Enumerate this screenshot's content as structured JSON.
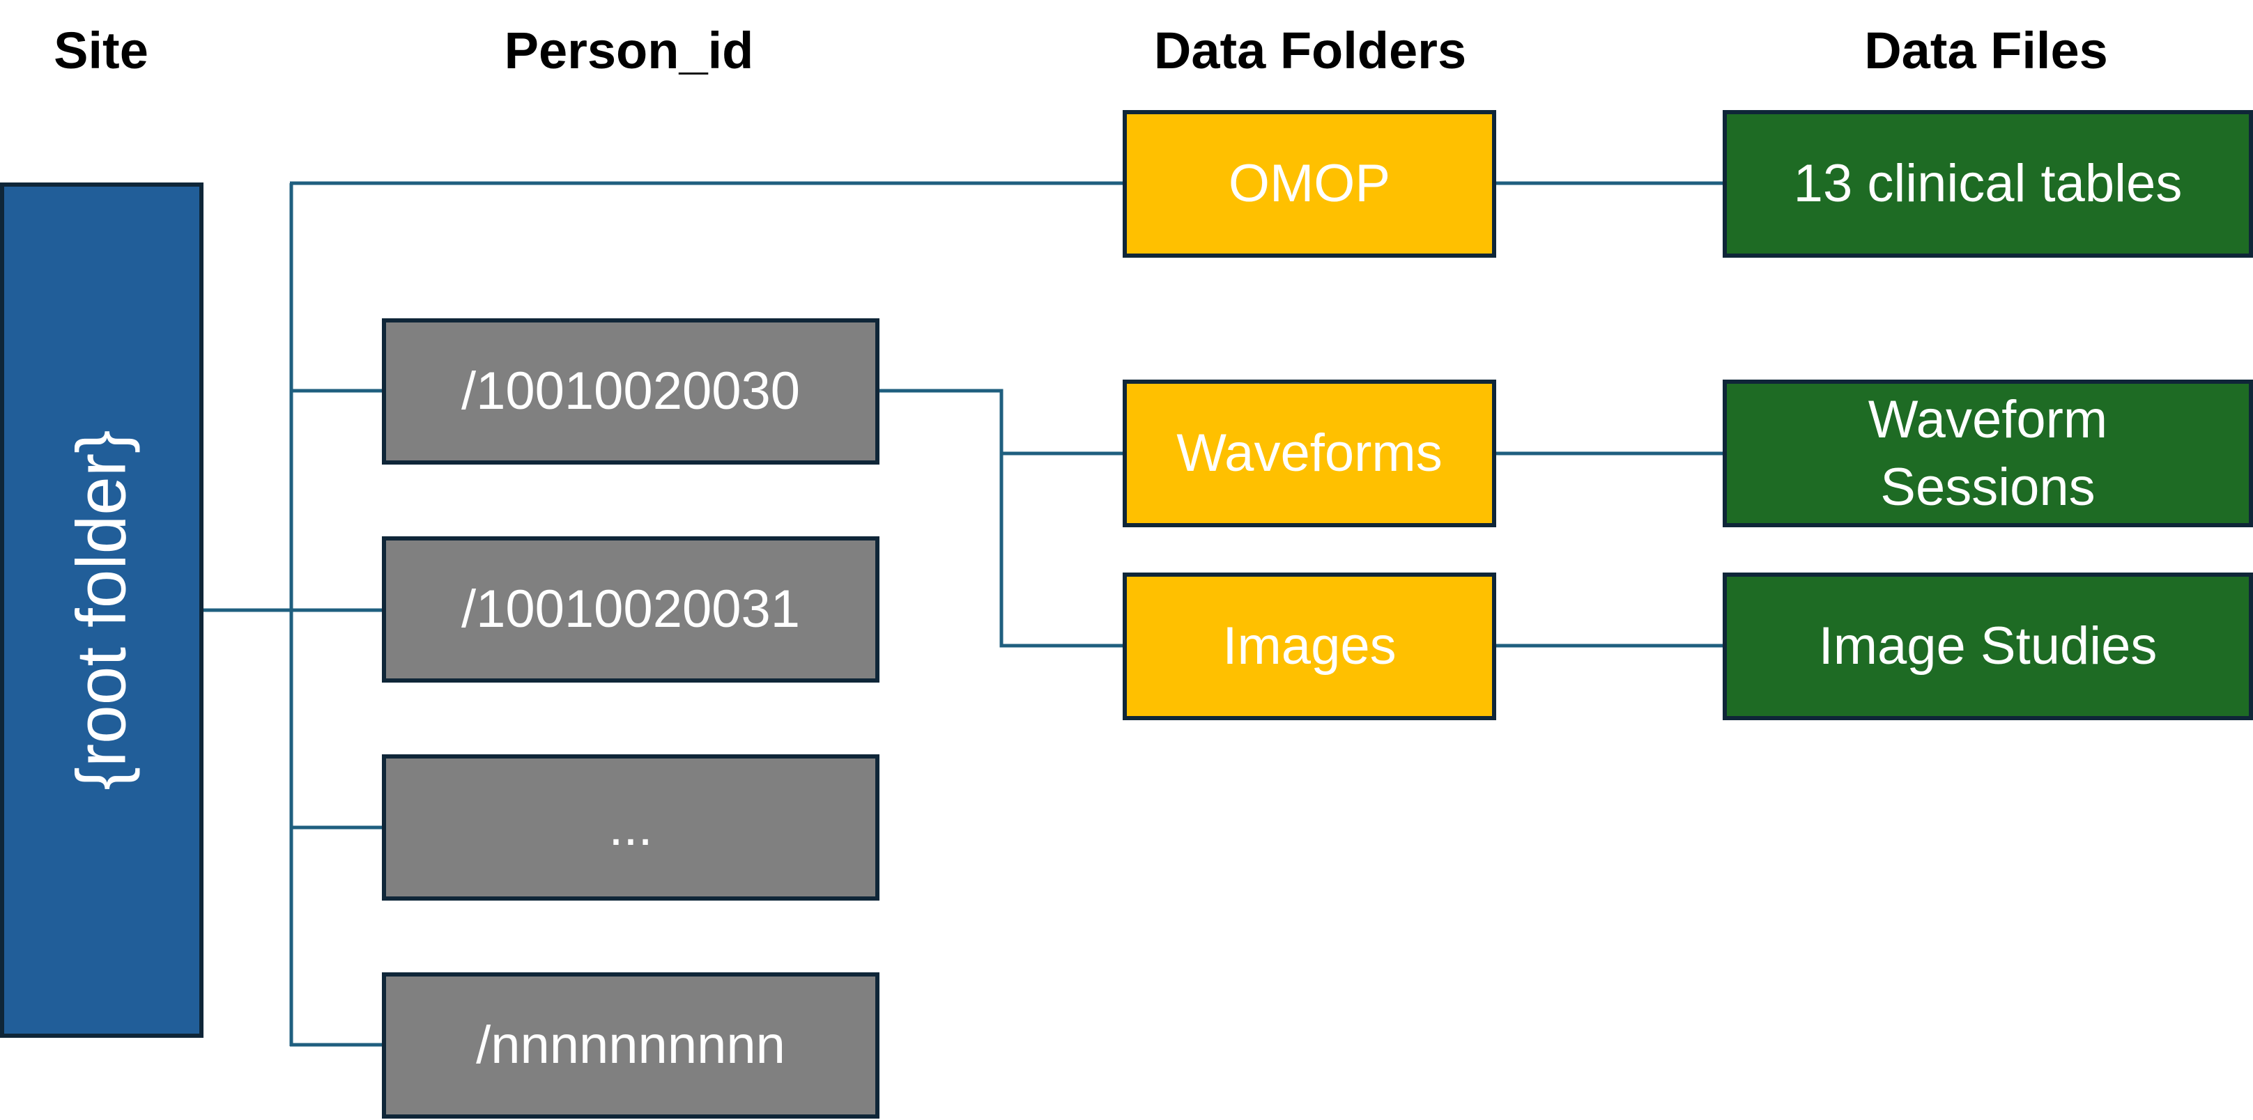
{
  "headers": {
    "site": "Site",
    "person_id": "Person_id",
    "data_folders": "Data Folders",
    "data_files": "Data Files"
  },
  "root": {
    "label": "{root folder}"
  },
  "persons": [
    {
      "label": "/10010020030"
    },
    {
      "label": "/10010020031"
    },
    {
      "label": "..."
    },
    {
      "label": "/nnnnnnnnnn"
    }
  ],
  "folders": [
    {
      "label": "OMOP"
    },
    {
      "label": "Waveforms"
    },
    {
      "label": "Images"
    }
  ],
  "files": [
    {
      "label": "13 clinical tables"
    },
    {
      "label": "Waveform\nSessions"
    },
    {
      "label": "Image Studies"
    }
  ],
  "colors": {
    "root": "#215e99",
    "person": "#808080",
    "folder": "#ffc000",
    "file": "#1e6b24",
    "connector": "#1f5f7f",
    "border": "#0f2638"
  }
}
